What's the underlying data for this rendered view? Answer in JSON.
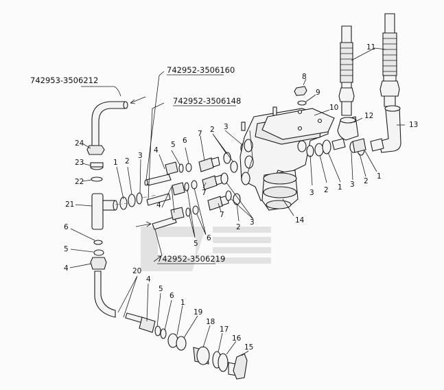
{
  "diagram": {
    "assembly_codes": {
      "c1": "742953-3506212",
      "c2": "742952-3506160",
      "c3": "742952-3506148",
      "c4": "742952-3506219"
    },
    "callouts": {
      "n24": "24",
      "n23": "23",
      "n22": "22",
      "n21": "21",
      "n6a": "6",
      "n5a": "5",
      "n4a": "4",
      "n1a": "1",
      "n2a": "2",
      "n3a": "3",
      "n4b": "4",
      "n5b": "5",
      "n6b": "6",
      "n4c": "4",
      "n7a": "7",
      "n7b": "7",
      "n7c": "7",
      "n5c": "5",
      "n6c": "6",
      "n2b": "2",
      "n3b": "3",
      "n3c": "3",
      "n2c": "2",
      "n8": "8",
      "n9": "9",
      "n10": "10",
      "n14": "14",
      "n3d": "3",
      "n2d": "2",
      "n1b": "1",
      "n12": "12",
      "n13": "13",
      "n11": "11",
      "n3e": "3",
      "n2e": "2",
      "n1c": "1",
      "n20": "20",
      "n4d": "4",
      "n5d": "5",
      "n6d": "6",
      "n1d": "1",
      "n19": "19",
      "n18": "18",
      "n17": "17",
      "n16": "16",
      "n15": "15"
    }
  }
}
